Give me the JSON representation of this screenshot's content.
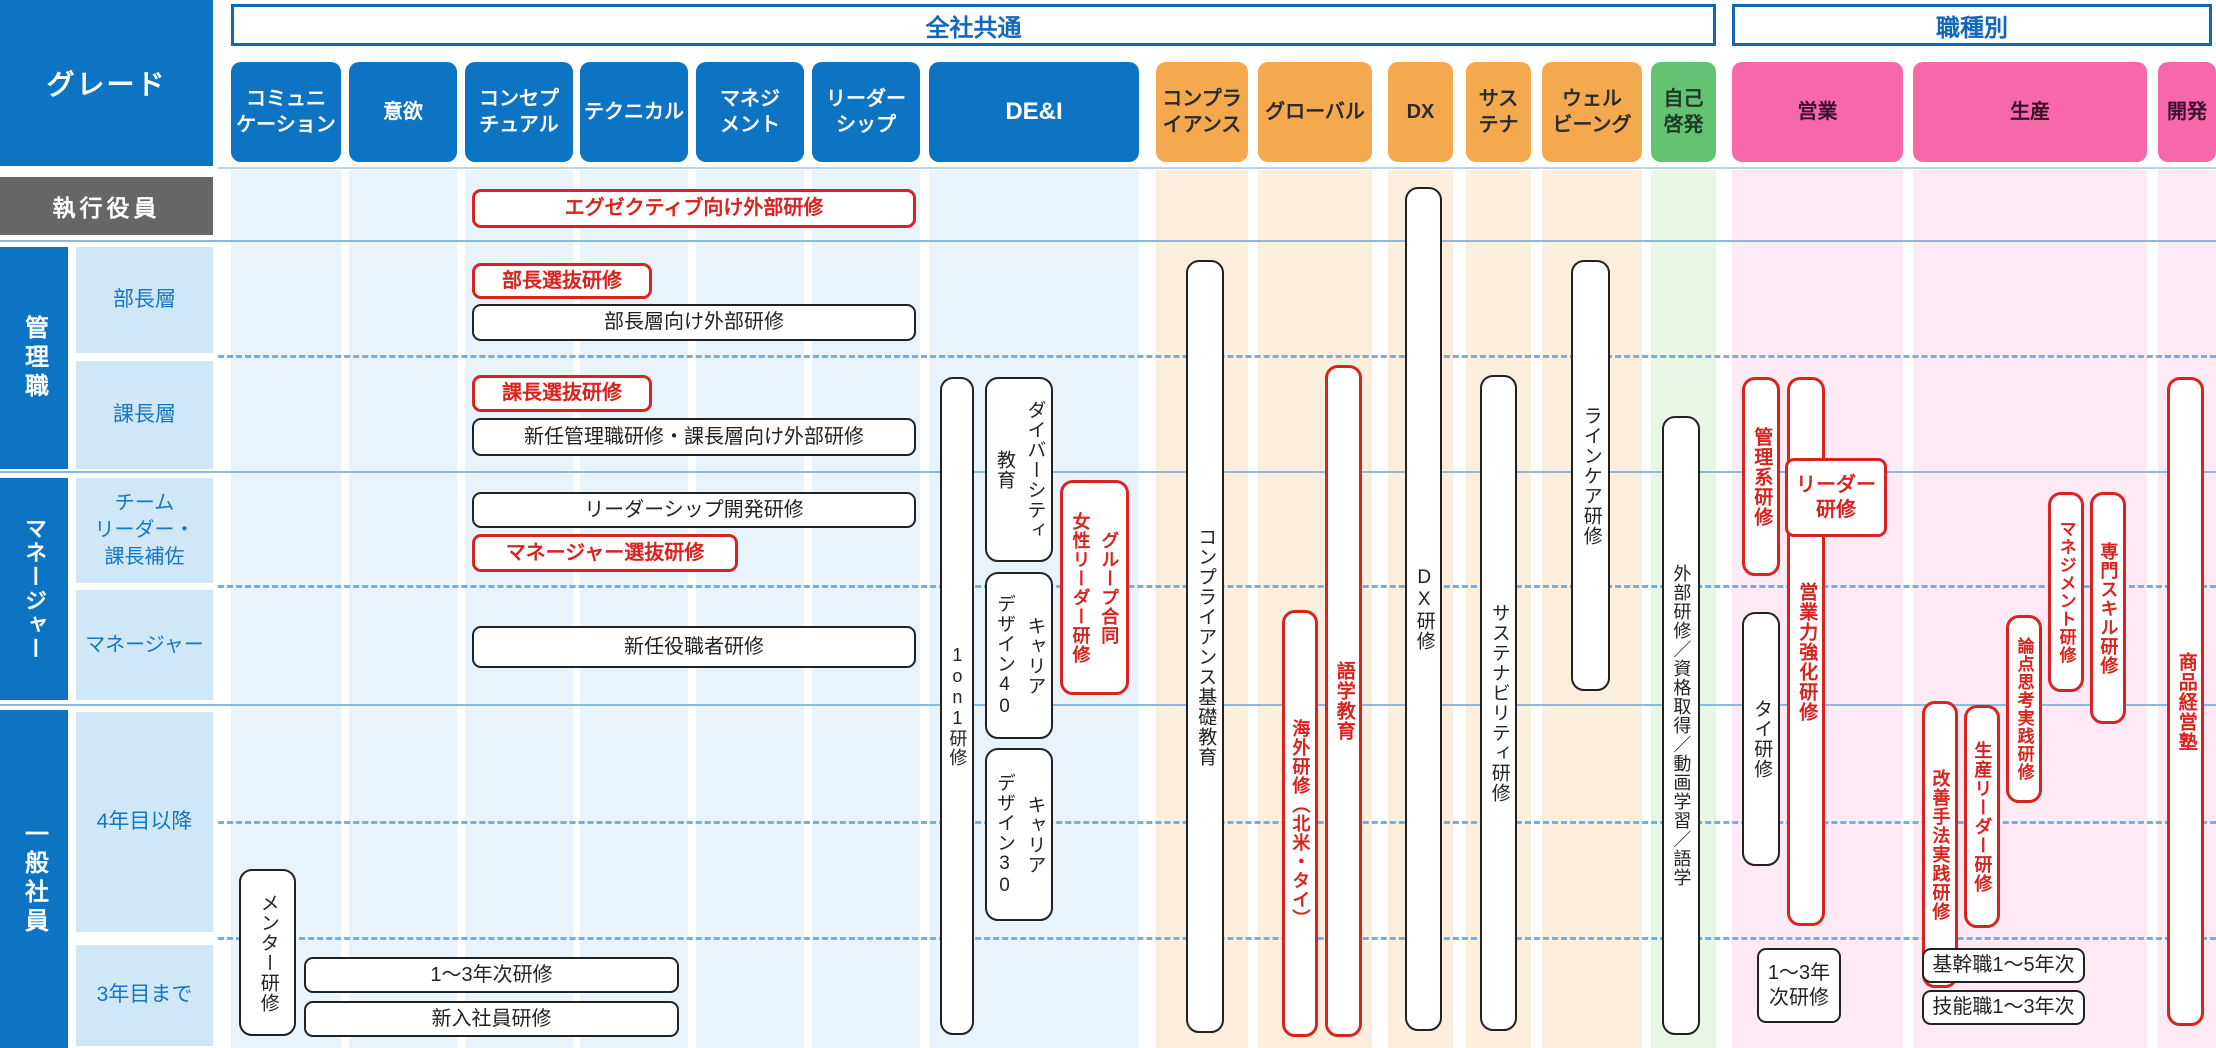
{
  "banners": [
    {
      "label": "全社共通"
    },
    {
      "label": "職種別"
    }
  ],
  "grade_header": "グレード",
  "columns": [
    {
      "label": "コミュニ\nケーション",
      "color": "blue"
    },
    {
      "label": "意欲",
      "color": "blue"
    },
    {
      "label": "コンセプ\nチュアル",
      "color": "blue"
    },
    {
      "label": "テクニカル",
      "color": "blue"
    },
    {
      "label": "マネジ\nメント",
      "color": "blue"
    },
    {
      "label": "リーダー\nシップ",
      "color": "blue"
    },
    {
      "label": "DE&I",
      "color": "blue"
    },
    {
      "label": "コンプラ\nイアンス",
      "color": "orange"
    },
    {
      "label": "グローバル",
      "color": "orange"
    },
    {
      "label": "DX",
      "color": "orange"
    },
    {
      "label": "サス\nテナ",
      "color": "orange"
    },
    {
      "label": "ウェル\nビーング",
      "color": "orange"
    },
    {
      "label": "自己\n啓発",
      "color": "green"
    },
    {
      "label": "営業",
      "color": "pink"
    },
    {
      "label": "生産",
      "color": "pink"
    },
    {
      "label": "開発",
      "color": "pink"
    }
  ],
  "rows": {
    "exec": "執行役員",
    "groups": [
      {
        "label": "管理職",
        "sub": [
          "部長層",
          "課長層"
        ]
      },
      {
        "label": "マネージャー",
        "sub": [
          "チーム\nリーダー・\n課長補佐",
          "マネージャー"
        ]
      },
      {
        "label": "一般社員",
        "sub": [
          "4年目以降",
          "3年目まで"
        ]
      }
    ]
  },
  "items": [
    {
      "label": "エグゼクティブ向け外部研修",
      "style": "red",
      "dir": "h"
    },
    {
      "label": "部長選抜研修",
      "style": "red",
      "dir": "h"
    },
    {
      "label": "部長層向け外部研修",
      "style": "black",
      "dir": "h"
    },
    {
      "label": "課長選抜研修",
      "style": "red",
      "dir": "h"
    },
    {
      "label": "新任管理職研修・課長層向け外部研修",
      "style": "black",
      "dir": "h"
    },
    {
      "label": "リーダーシップ開発研修",
      "style": "black",
      "dir": "h"
    },
    {
      "label": "マネージャー選抜研修",
      "style": "red",
      "dir": "h"
    },
    {
      "label": "新任役職者研修",
      "style": "black",
      "dir": "h"
    },
    {
      "label": "1〜3年次研修",
      "style": "black",
      "dir": "h"
    },
    {
      "label": "新入社員研修",
      "style": "black",
      "dir": "h"
    },
    {
      "label": "メンター研修",
      "style": "black",
      "dir": "v"
    },
    {
      "label": "1on1研修",
      "style": "black",
      "dir": "v"
    },
    {
      "label": "ダイバーシティ\n教育",
      "style": "black",
      "dir": "v"
    },
    {
      "label": "キャリア\nデザイン40",
      "style": "black",
      "dir": "v"
    },
    {
      "label": "キャリア\nデザイン30",
      "style": "black",
      "dir": "v"
    },
    {
      "label": "グループ合同\n女性リーダー研修",
      "style": "red",
      "dir": "v"
    },
    {
      "label": "コンプライアンス基礎教育",
      "style": "black",
      "dir": "v"
    },
    {
      "label": "海外研修（北米・タイ）",
      "style": "red",
      "dir": "v"
    },
    {
      "label": "語学教育",
      "style": "red",
      "dir": "v"
    },
    {
      "label": "DX研修",
      "style": "black",
      "dir": "v"
    },
    {
      "label": "サステナビリティ研修",
      "style": "black",
      "dir": "v"
    },
    {
      "label": "ラインケア研修",
      "style": "black",
      "dir": "v"
    },
    {
      "label": "外部研修／資格取得／動画学習／語学",
      "style": "black",
      "dir": "v"
    },
    {
      "label": "管理系研修",
      "style": "red",
      "dir": "v"
    },
    {
      "label": "営業力強化研修",
      "style": "red",
      "dir": "v"
    },
    {
      "label": "リーダー\n研修",
      "style": "red",
      "dir": "h"
    },
    {
      "label": "タイ研修",
      "style": "black",
      "dir": "v"
    },
    {
      "label": "1〜3年\n次研修",
      "style": "black",
      "dir": "h"
    },
    {
      "label": "基幹職1〜5年次",
      "style": "black",
      "dir": "h"
    },
    {
      "label": "技能職1〜3年次",
      "style": "black",
      "dir": "h"
    },
    {
      "label": "改善手法実践研修",
      "style": "red",
      "dir": "v"
    },
    {
      "label": "生産リーダー研修",
      "style": "red",
      "dir": "v"
    },
    {
      "label": "論点思考実践研修",
      "style": "red",
      "dir": "v"
    },
    {
      "label": "マネジメント研修",
      "style": "red",
      "dir": "v"
    },
    {
      "label": "専門スキル研修",
      "style": "red",
      "dir": "v"
    },
    {
      "label": "商品経営塾",
      "style": "red",
      "dir": "v"
    }
  ],
  "colors": {
    "accent_red": "#d8231f",
    "box_border_black": "#222222",
    "chip_blue": "#0d74c4",
    "chip_orange": "#f5a94e",
    "chip_green": "#63c372",
    "chip_pink": "#f768a8",
    "grade_bar_blue": "#0d74c4",
    "exec_gray": "#666666",
    "sub_label_bg": "#cfe7f7",
    "sub_label_text": "#1576c2",
    "grid_line_blue": "#8cbade",
    "banner_blue": "#1268b8"
  }
}
